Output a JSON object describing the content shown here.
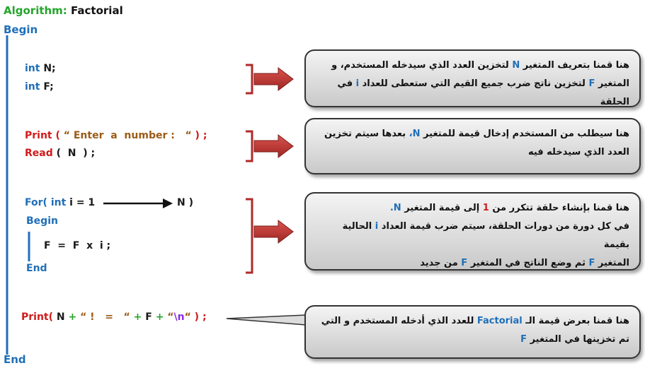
{
  "header": {
    "algorithm_label": "Algorithm:",
    "algorithm_name": "Factorial"
  },
  "begin_label": "Begin",
  "end_label": "End",
  "declarations": {
    "line1": {
      "keyword": "int",
      "rest": "N;"
    },
    "line2": {
      "keyword": "int",
      "rest": "F;"
    }
  },
  "io": {
    "print_kw": "Print",
    "print_open": "(",
    "print_string": "“ Enter  a  number :   “",
    "print_close": ") ;",
    "read_kw": "Read",
    "read_args": "(  N  ) ;"
  },
  "loop": {
    "for_kw": "For",
    "paren_open": "(",
    "int_kw": "int",
    "init": "i = 1",
    "limit": "N  )",
    "begin": "Begin",
    "body": "F  =  F  x  i ;",
    "end": "End"
  },
  "output": {
    "kw": "Print",
    "open": "(",
    "n": "N",
    "plus1": "+",
    "s1": "“ !   =   “",
    "plus2": "+",
    "f": "F",
    "plus3": "+",
    "q_open": "“",
    "newline": "\\n",
    "q_close": "“",
    "close": ") ;"
  },
  "notes": {
    "note1": {
      "l1_a": "هنا قمنا بتعريف المتغير",
      "l1_var": "N",
      "l1_b": "لتخزين العدد الذي سيدخله المستخدم، و",
      "l2_a": "المتغير",
      "l2_var": "F",
      "l2_b": "لتخزين ناتج ضرب جميع القيم التي ستعطى للعداد",
      "l2_var2": "i",
      "l2_c": "في الحلقة"
    },
    "note2": {
      "l1_a": "هنا سيطلب من المستخدم إدخال قيمة للمتغير",
      "l1_var": "N،",
      "l1_b": "بعدها سيتم تخزين",
      "l2": "العدد الذي سيدخله فيه"
    },
    "note3": {
      "l1_a": "هنا قمنا بإنشاء حلقة تتكرر من",
      "l1_num": "1",
      "l1_b": "إلى قيمة المتغير",
      "l1_var": "N.",
      "l2_a": "في كل دورة من دورات الحلقة، سيتم ضرب قيمة العداد",
      "l2_var": "i",
      "l2_b": "الحالية بقيمة",
      "l3_a": "المتغير",
      "l3_var": "F",
      "l3_b": "ثم وضع الناتج في المتغير",
      "l3_var2": "F",
      "l3_c": "من جديد"
    },
    "note4": {
      "l1_a": "هنا قمنا بعرض قيمة الـ",
      "l1_var": "Factorial",
      "l1_b": "للعدد الذي أدخله المستخدم و التي",
      "l2_a": "تم تخزينها في المتغير",
      "l2_var": "F"
    }
  },
  "colors": {
    "keyword_blue": "#1f6fb8",
    "keyword_red": "#d01c1c",
    "string_brown": "#9a5b16",
    "green": "#25a52b",
    "arrow_red": "#c0392b"
  }
}
